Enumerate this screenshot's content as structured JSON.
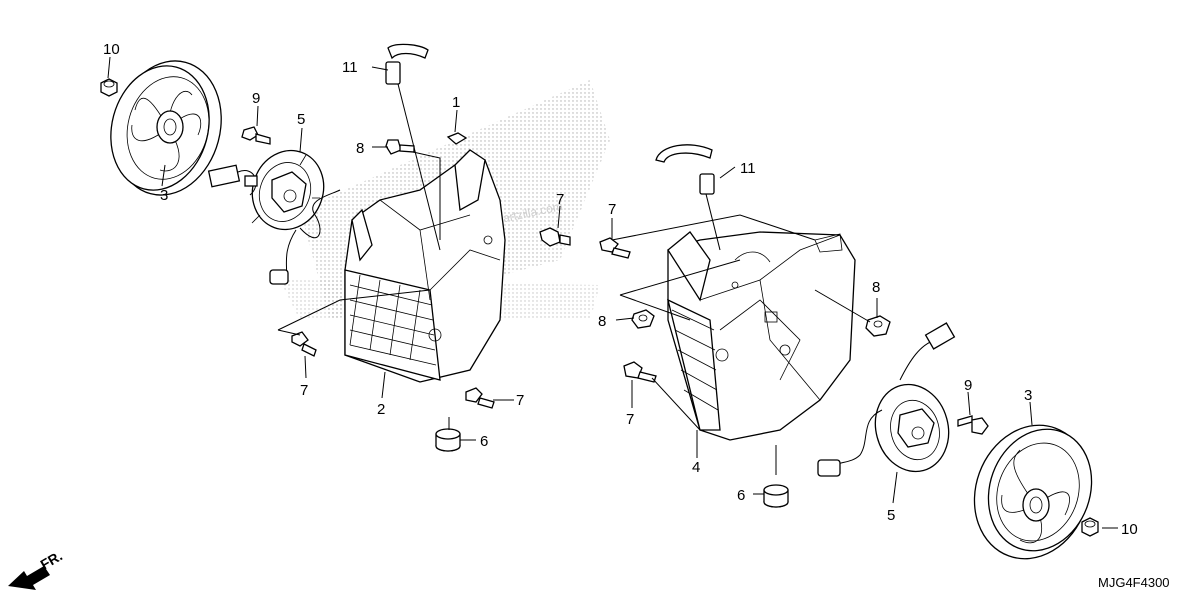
{
  "diagram": {
    "callouts": {
      "c1": "1",
      "c2": "2",
      "c3_left": "3",
      "c3_right": "3",
      "c4": "4",
      "c5_left": "5",
      "c5_right": "5",
      "c6_left": "6",
      "c6_right": "6",
      "c7_a": "7",
      "c7_b": "7",
      "c7_c": "7",
      "c7_d": "7",
      "c7_e": "7",
      "c8_left": "8",
      "c8_right_a": "8",
      "c8_right_b": "8",
      "c9_left": "9",
      "c9_right": "9",
      "c10_left": "10",
      "c10_right": "10",
      "c11_left": "11",
      "c11_right": "11"
    },
    "direction_label": "FR.",
    "diagram_code": "MJG4F4300",
    "watermark": "www.Partzilla.com"
  }
}
